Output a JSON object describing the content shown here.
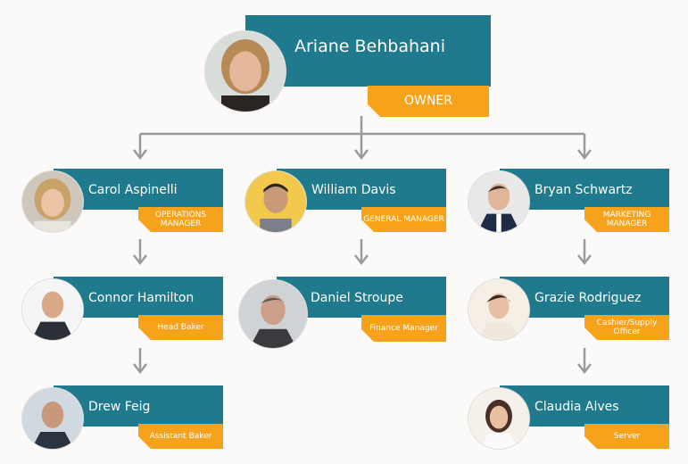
{
  "owner": {
    "name": "Ariane Behbahani",
    "role": "OWNER"
  },
  "managers": [
    {
      "name": "Carol Aspinelli",
      "role": "OPERATIONS MANAGER"
    },
    {
      "name": "William Davis",
      "role": "GENERAL MANAGER"
    },
    {
      "name": "Bryan Schwartz",
      "role": "MARKETING MANAGER"
    }
  ],
  "staff": [
    {
      "name": "Connor Hamilton",
      "role": "Head Baker"
    },
    {
      "name": "Daniel Stroupe",
      "role": "Finance Manager"
    },
    {
      "name": "Grazie Rodriguez",
      "role": "Cashier/Supply Officer"
    },
    {
      "name": "Drew Feig",
      "role": "Assistant Baker"
    },
    {
      "name": "Claudia Alves",
      "role": "Server"
    }
  ],
  "colors": {
    "teal": "#1e7a8c",
    "orange": "#f7a21b",
    "connector": "#9a9a9a"
  }
}
